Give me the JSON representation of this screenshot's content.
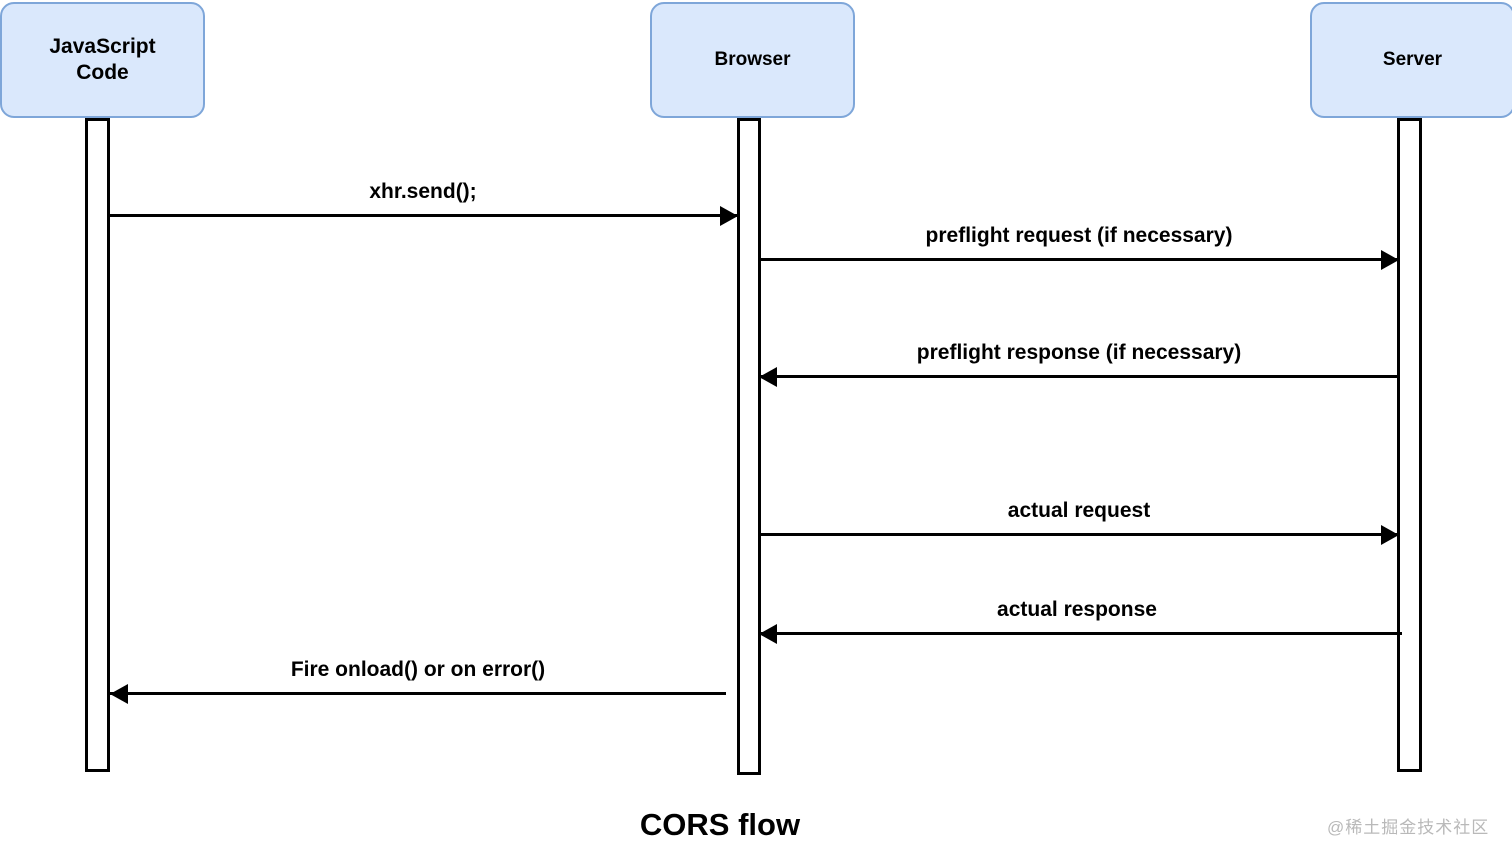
{
  "diagram": {
    "title": "CORS flow",
    "watermark": "@稀土掘金技术社区",
    "colors": {
      "participant_fill": "#dae8fc",
      "participant_stroke": "#7ea6d9",
      "line": "#000000",
      "watermark": "#b9b9b9",
      "background": "#ffffff"
    }
  },
  "participants": [
    {
      "id": "javascript-code",
      "label": "JavaScript\nCode",
      "line1": "JavaScript",
      "line2": "Code"
    },
    {
      "id": "browser",
      "label": "Browser",
      "line1": "Browser",
      "line2": ""
    },
    {
      "id": "server",
      "label": "Server",
      "line1": "Server",
      "line2": ""
    }
  ],
  "messages": [
    {
      "id": "xhr-send",
      "label": "xhr.send();",
      "from": "javascript-code",
      "to": "browser",
      "direction": "right"
    },
    {
      "id": "preflight-request",
      "label": "preflight request  (if necessary)",
      "from": "browser",
      "to": "server",
      "direction": "right"
    },
    {
      "id": "preflight-response",
      "label": "preflight  response  (if necessary)",
      "from": "server",
      "to": "browser",
      "direction": "left"
    },
    {
      "id": "actual-request",
      "label": "actual request",
      "from": "browser",
      "to": "server",
      "direction": "right"
    },
    {
      "id": "actual-response",
      "label": "actual response",
      "from": "server",
      "to": "browser",
      "direction": "left"
    },
    {
      "id": "fire-onload",
      "label": "Fire onload() or on error()",
      "from": "browser",
      "to": "javascript-code",
      "direction": "left"
    }
  ]
}
